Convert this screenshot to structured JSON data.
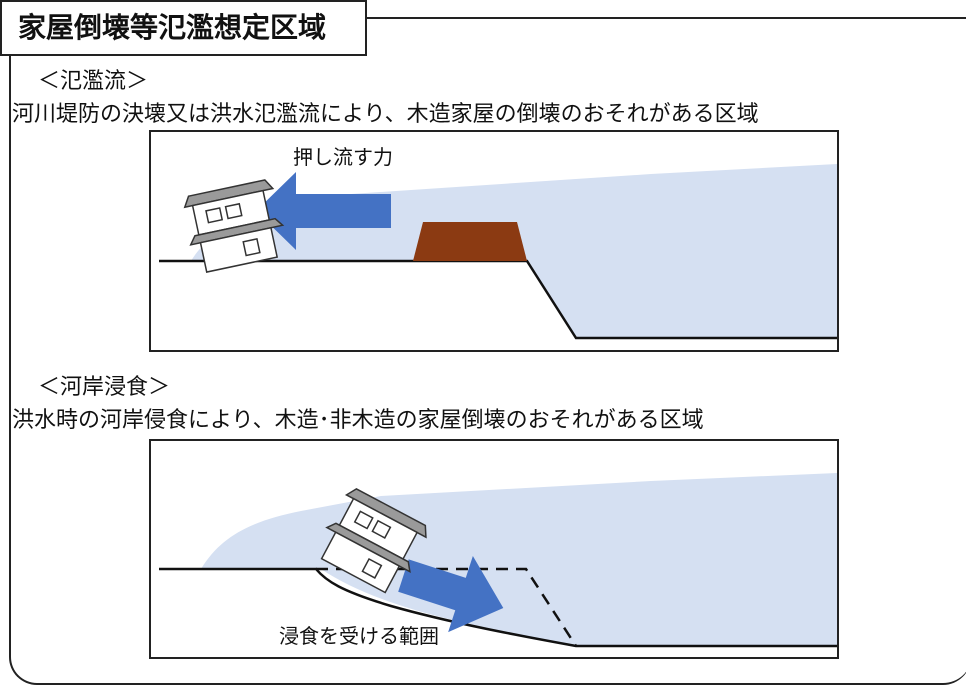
{
  "title": "家屋倒壊等氾濫想定区域",
  "section1": {
    "heading": "＜氾濫流＞",
    "description": "河川堤防の決壊又は洪水氾濫流により、木造家屋の倒壊のおそれがある区域",
    "force_label": "押し流す力"
  },
  "section2": {
    "heading": "＜河岸浸食＞",
    "description": "洪水時の河岸侵食により、木造･非木造の家屋倒壊のおそれがある区域",
    "erosion_label": "浸食を受ける範囲"
  },
  "colors": {
    "water": "#d5e0f2",
    "arrow": "#4472c4",
    "levee": "#8b3a12",
    "house_roof": "#9a9a9a"
  }
}
